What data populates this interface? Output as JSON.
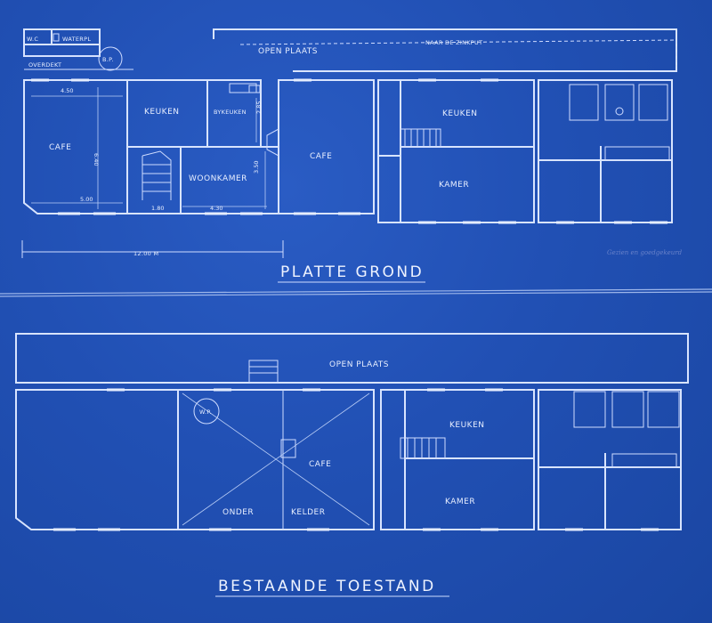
{
  "plan_top": {
    "title": "PLATTE GROND",
    "labels": {
      "wc": "W.C",
      "waterpl": "WATERPL",
      "bp": "B.P.",
      "overdekt": "OVERDEKT",
      "open_plaats": "OPEN PLAATS",
      "naar_zinkput": "NAAR DE ZINKPUT",
      "keuken_left": "KEUKEN",
      "bykeuken": "BYKEUKEN",
      "cafe_left": "CAFE",
      "woonkamer": "WOONKAMER",
      "cafe_mid": "CAFE",
      "keuken_right": "KEUKEN",
      "kamer": "KAMER"
    },
    "dimensions": {
      "width_cafe": "4.50",
      "depth_cafe": "6.40",
      "bottom_cafe": "5.00",
      "stair_width": "1.80",
      "woonkamer_width": "4.30",
      "woonkamer_depth": "3.50",
      "bykeuken_depth": "2.85",
      "overall": "12.00 M"
    }
  },
  "plan_bottom": {
    "title": "BESTAANDE TOESTAND",
    "labels": {
      "open_plaats": "OPEN PLAATS",
      "wp": "W.P.",
      "cafe": "CAFE",
      "onder": "ONDER",
      "kelder": "KELDER",
      "keuken": "KEUKEN",
      "kamer": "KAMER"
    }
  },
  "annotation": {
    "stamp": "Gezien en goedgekeurd"
  },
  "colors": {
    "paper": "#2150b4",
    "ink": "#d8e4ff"
  }
}
